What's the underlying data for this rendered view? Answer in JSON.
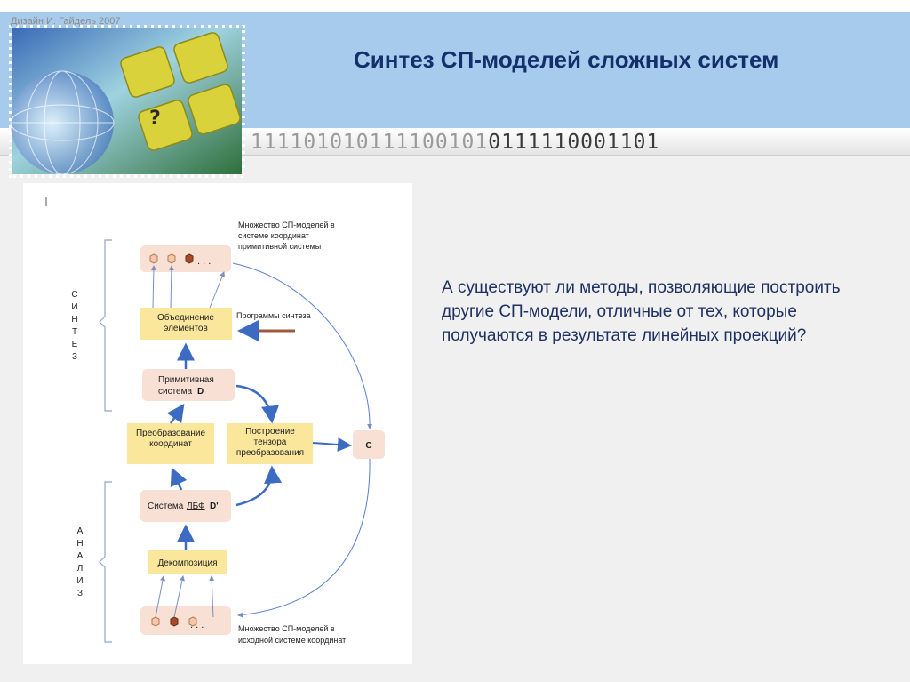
{
  "header": {
    "credit": "Дизайн И. Гайдель 2007",
    "title": "Синтез СП-моделей сложных систем",
    "binary_light": "111101010111100101",
    "binary_dark": "0111110001101"
  },
  "diagram": {
    "top_caption_1": "Множество СП-моделей в",
    "top_caption_2": "системе координат",
    "top_caption_3": "примитивной системы",
    "dots": ". . .",
    "union_1": "Объединение",
    "union_2": "элементов",
    "programs": "Программы синтеза",
    "primitive_1": "Примитивная",
    "primitive_2": "система",
    "primitive_letter": "D",
    "transform_1": "Преобразование",
    "transform_2": "координат",
    "tensor_1": "Построение",
    "tensor_2": "тензора",
    "tensor_3": "преобразования",
    "c_label": "С",
    "system_lbf": "Система",
    "system_lbf_link": "ЛБФ",
    "system_letter": "D'",
    "decomp": "Декомпозиция",
    "bottom_caption_1": "Множество СП-моделей в",
    "bottom_caption_2": "исходной системе координат",
    "synth_letters": [
      "С",
      "И",
      "Н",
      "Т",
      "Е",
      "З"
    ],
    "analysis_letters": [
      "А",
      "Н",
      "А",
      "Л",
      "И",
      "З"
    ]
  },
  "question": "А существуют ли методы, позволяющие построить другие СП-модели, отличные от тех, которые получаются в результате линейных проекций?"
}
